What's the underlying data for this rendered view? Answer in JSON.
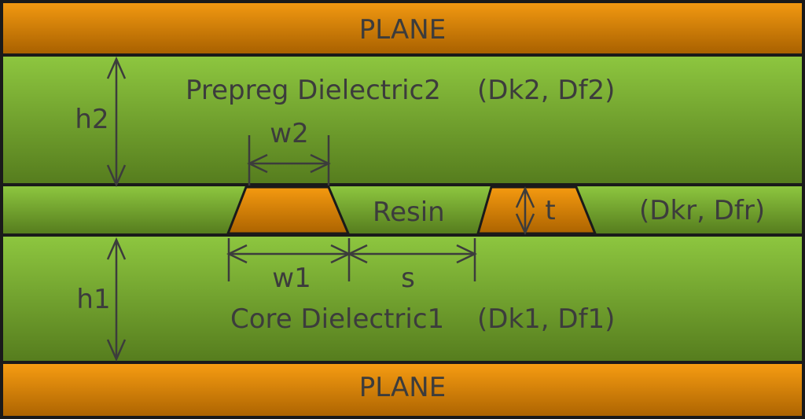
{
  "layers": {
    "plane_top": {
      "label": "PLANE"
    },
    "prepreg": {
      "name": "Prepreg Dielectric2",
      "params": "(Dk2, Df2)"
    },
    "resin": {
      "name": "Resin",
      "params": "(Dkr, Dfr)"
    },
    "core": {
      "name": "Core Dielectric1",
      "params": "(Dk1, Df1)"
    },
    "plane_bottom": {
      "label": "PLANE"
    }
  },
  "dimensions": {
    "h2": {
      "label": "h2"
    },
    "w2": {
      "label": "w2"
    },
    "t": {
      "label": "t"
    },
    "w1": {
      "label": "w1"
    },
    "s": {
      "label": "s"
    },
    "h1": {
      "label": "h1"
    }
  },
  "colors": {
    "copper_top": "#F69C12",
    "copper_bottom": "#A96100",
    "dielectric_top": "#8DC63F",
    "dielectric_bottom": "#567D1E",
    "outline": "#1A1A1A",
    "annotation": "#3C3C3C"
  }
}
